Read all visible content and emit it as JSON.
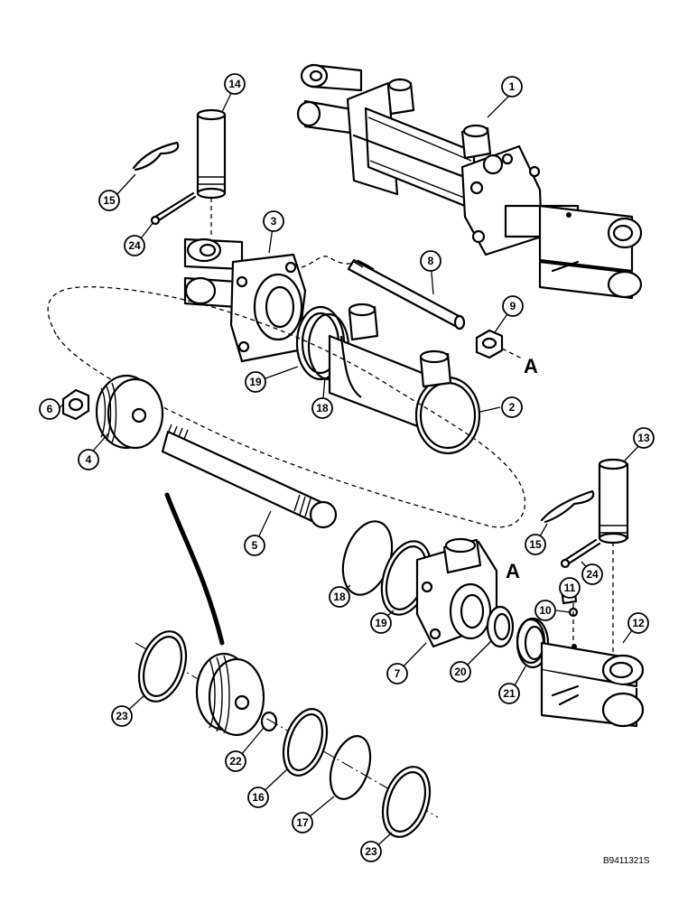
{
  "figure_code": "B9411321S",
  "reference_letter": "A",
  "callouts": {
    "c1": "1",
    "c2": "2",
    "c3": "3",
    "c4": "4",
    "c5": "5",
    "c6": "6",
    "c7": "7",
    "c8": "8",
    "c9": "9",
    "c10": "10",
    "c11": "11",
    "c12": "12",
    "c13": "13",
    "c14": "14",
    "c15a": "15",
    "c15b": "15",
    "c16": "16",
    "c17": "17",
    "c18a": "18",
    "c18b": "18",
    "c19a": "19",
    "c19b": "19",
    "c20": "20",
    "c21": "21",
    "c22": "22",
    "c23a": "23",
    "c23b": "23",
    "c24a": "24",
    "c24b": "24"
  }
}
